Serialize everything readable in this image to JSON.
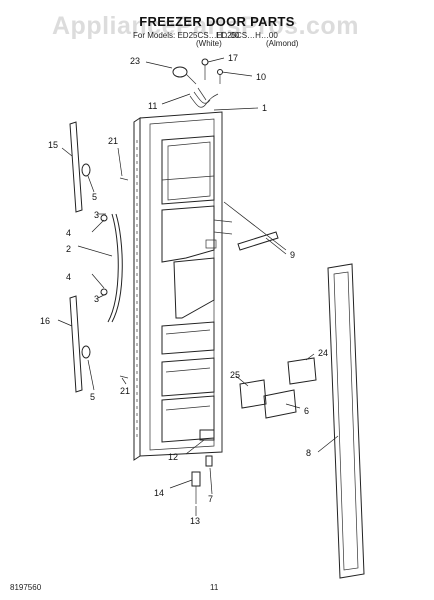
{
  "watermark": "AppliancePartsPros.com",
  "title": "FREEZER DOOR PARTS",
  "subtitle": {
    "line1": "For Models: ED25CS…H…00",
    "line2": "ED25CS…H…00",
    "col1": "(White)",
    "col2": "(Almond)"
  },
  "callouts": [
    "23",
    "17",
    "10",
    "11",
    "1",
    "21",
    "15",
    "5",
    "4",
    "3",
    "2",
    "9",
    "4",
    "3",
    "16",
    "5",
    "21",
    "24",
    "25",
    "6",
    "12",
    "8",
    "14",
    "7",
    "13"
  ],
  "footer": {
    "code": "8197560",
    "page": "11"
  }
}
